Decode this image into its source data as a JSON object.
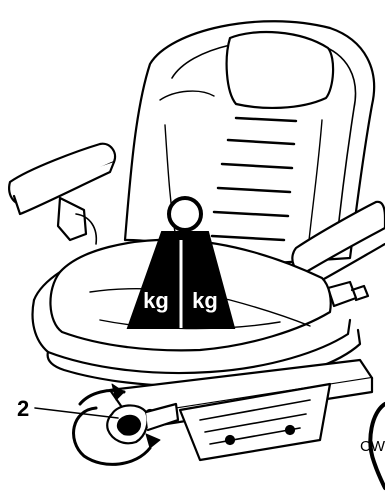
{
  "weight": {
    "left_unit": "kg",
    "right_unit": "kg"
  },
  "callout": {
    "number": "2"
  },
  "direction": {
    "label": "CW"
  }
}
